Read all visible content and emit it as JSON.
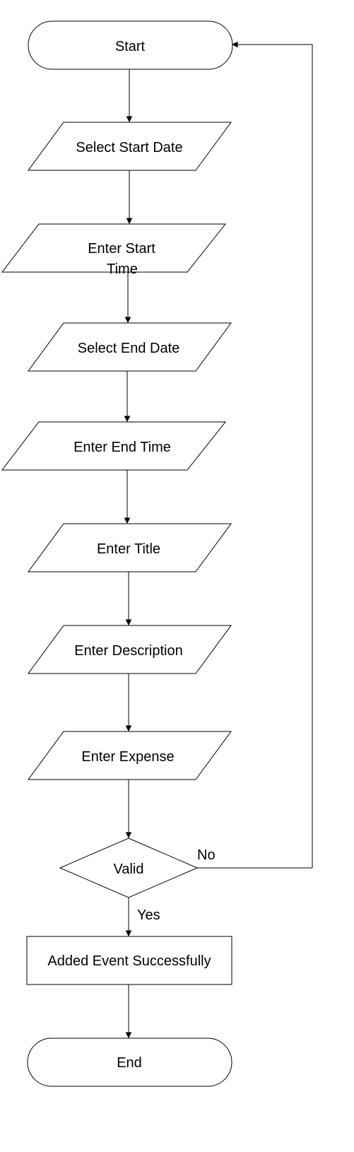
{
  "nodes": {
    "start": "Start",
    "select_start_date": "Select Start Date",
    "enter_start_time_l1": "Enter Start",
    "enter_start_time_l2": "Time",
    "select_end_date": "Select End Date",
    "enter_end_time": "Enter End Time",
    "enter_title": "Enter Title",
    "enter_description": "Enter Description",
    "enter_expense": "Enter Expense",
    "valid": "Valid",
    "added_event": "Added Event Successfully",
    "end": "End"
  },
  "edge_labels": {
    "no": "No",
    "yes": "Yes"
  }
}
